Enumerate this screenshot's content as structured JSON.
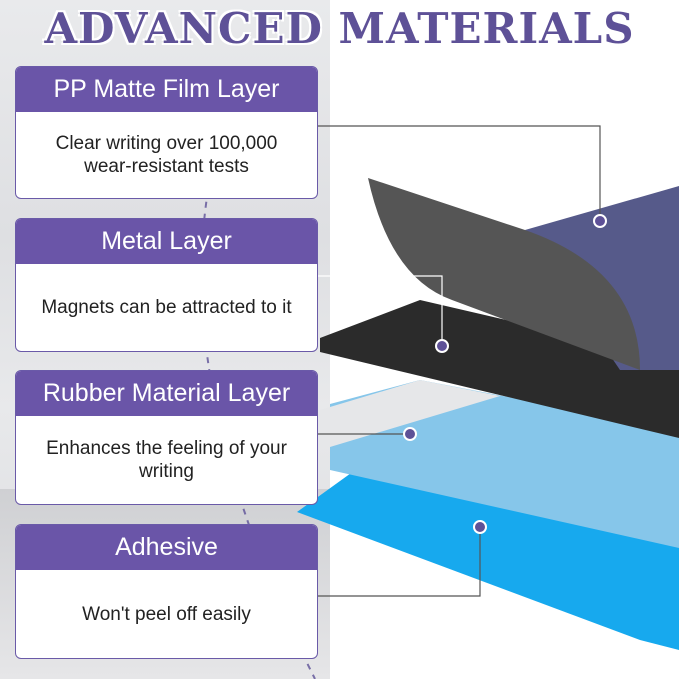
{
  "title": "ADVANCED MATERIALS",
  "colors": {
    "title": "#5e5197",
    "card_header": "#6a55a8",
    "pp_layer": "#565a8a",
    "metal_layer": "#2b2b2b",
    "rubber_layer": "#86c6ea",
    "adhesive_layer": "#17a9ee"
  },
  "layers": [
    {
      "heading": "PP Matte Film Layer",
      "description": "Clear writing over 100,000 wear-resistant tests"
    },
    {
      "heading": "Metal Layer",
      "description": "Magnets can be attracted to it"
    },
    {
      "heading": "Rubber Material Layer",
      "description": "Enhances the feeling of your writing"
    },
    {
      "heading": "Adhesive",
      "description": "Won't peel off easily"
    }
  ]
}
